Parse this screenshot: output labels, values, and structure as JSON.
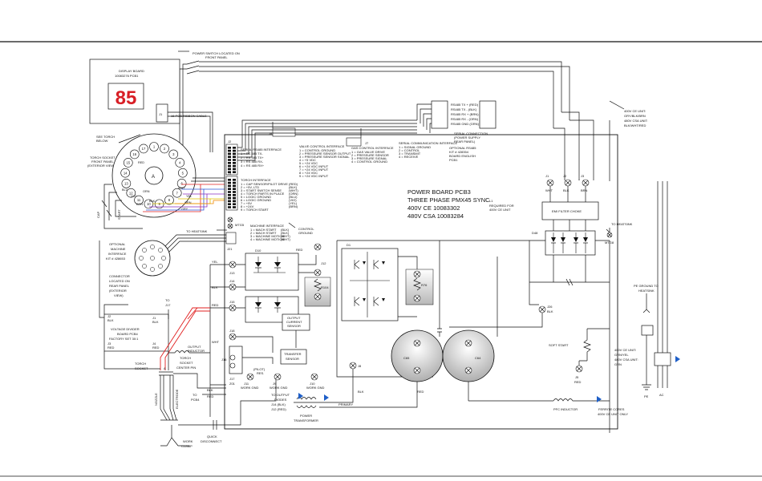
{
  "labels": {
    "power_switch": [
      "POWER SWITCH LOCATED ON",
      "FRONT PANEL"
    ],
    "display_board": [
      "DISPLAY BOARD",
      "10083276 PCB1"
    ],
    "display_digits": "85",
    "j1": "J1",
    "ribbon": "16 POS RIBBON CABLE",
    "see_torch": [
      "SEE TORCH",
      "BELOW"
    ],
    "torch_socket_panel": [
      "TORCH SOCKET",
      "FRONT PANEL",
      "(EXTERIOR VIEW)"
    ],
    "pin_a": "A",
    "j2": "J2",
    "j3": "J3",
    "j4": "J4",
    "j5": "J5",
    "j6": "J6",
    "j7": "J7",
    "j8": "J8",
    "serial_left": [
      "SERIAL RS485 INTERFACE",
      "1 = RS 485 TX-",
      "2 = RS 485 TX+",
      "3 = RS 485 RX-",
      "4 = RS 485 RX+"
    ],
    "valve_left": [
      "VALVE CONTROL INTERFACE",
      "1 = CONTROL GROUND",
      "2 = PRESSURE SENSOR OUTPUT",
      "3 = PRESSURE SENSOR SIGNAL",
      "4 = +5 VDC",
      "5 = +24 VDC",
      "6 = +24 VDC INPUT",
      "7 = +24 VDC INPUT",
      "8 = +24 VDC",
      "9 = +24 VDC INPUT"
    ],
    "gas_ctrl": [
      "GAS CONTROL INTERFACE",
      "1 = GAS VALVE DRIVE",
      "2 = PRESSURE SENSOR",
      "3 = PRESSURE SIGNAL",
      "4 = CONTROL GROUND"
    ],
    "serial_right": [
      "SERIAL COMMUNICATION INTERFACE",
      "1 = SIGNAL GROUND",
      "2 = CONTROL",
      "3 = TRANSMIT",
      "4 = RECEIVE"
    ],
    "rs485": [
      "RS485 TX + (RED)",
      "RS485 TX - (BLK)",
      "RS485 RX + (BRN)",
      "RS485 RX - (ORN)",
      "RS485 GND (GRN)"
    ],
    "serial_connection": [
      "SERIAL CONNECTION",
      "(POWER SUPPLY",
      "REAR PANEL)"
    ],
    "optional_rs485": [
      "OPTIONAL RS485",
      "KIT # 428354",
      "BOARD ENGLISH",
      "PCB1"
    ],
    "ce_unit": [
      "400V CE UNIT:",
      "GRY/BLK/BRN",
      "480V CSA UNIT:",
      "BLK/WHT/RED"
    ],
    "power_board": [
      "POWER BOARD PCB3",
      "THREE PHASE PMX45 SYNC",
      "400V CE 10083302",
      "480V CSA 10083284"
    ],
    "jr1": "J1",
    "jr1c": "WHT",
    "jr2": "J2",
    "jr2c": "BLK",
    "jr3": "J3",
    "jr3c": "BRN",
    "l1": [
      "L1",
      "REQUIRED FOR",
      "400V CE UNIT"
    ],
    "emi": "EMI FILTER CHOKE",
    "d48": "D48",
    "to_heatsink_r": "TO HEATSINK",
    "mtg8": "MTG8",
    "pe_ground": [
      "PE GROUND TO",
      "HEATSINK"
    ],
    "ce_unit2": [
      "400V CE UNIT:",
      "GRN/YEL",
      "480V CSA UNIT:",
      "GRN"
    ],
    "pe": "PE",
    "ac": "AC",
    "torch_interface": [
      "TORCH INTERFACE",
      "1 = CAP SENSOR/PILOT DRIVE",
      "2 = +5V, LTD",
      "3 = START SWITCH SENSE",
      "4 = TORCH PARTS IN PLACE",
      "5 = LOGIC GROUND",
      "6 = LOGIC GROUND",
      "7 = +5V",
      "8 = +24V",
      "9 = TORCH START"
    ],
    "wire_colors_t": [
      "(RED)",
      "(BLK)",
      "(WHT)",
      "(ORN)",
      "(BLU)",
      "(VIO)",
      "(YEL)",
      "(BRN)"
    ],
    "machine_interface": [
      "MACHINE INTERFACE",
      "1 = MACH START",
      "2 = MACH START",
      "3 = MACHINE MOTION",
      "4 = MACHINE MOTION"
    ],
    "wire_colors_m": [
      "(BLK)",
      "(BLK)",
      "(WHT)",
      "(WHT)"
    ],
    "control_ground": [
      "CONTROL",
      "GROUND"
    ],
    "to_heatsink_l": "TO HEATSINK",
    "mtg5": "MTG5",
    "j21": "J21",
    "optional_machine": [
      "OPTIONAL",
      "MACHINE",
      "INTERFACE",
      "KIT # 428653"
    ],
    "connector_rear": [
      "CONNECTOR",
      "LOCATED ON",
      "REAR PANEL",
      "(EXTERIOR",
      "VIEW)"
    ],
    "j13": "J13",
    "j13c": "YEL",
    "j14": "J14",
    "j14c": "BLK",
    "j15": "J15",
    "j15c": "RED",
    "d10": "D10",
    "j12": "J12",
    "r104": "R104",
    "d1": "D1",
    "red_r": "RED",
    "r76": "R76",
    "output_sensor": [
      "OUTPUT",
      "CURRENT",
      "SENSOR"
    ],
    "transfer_sensor": [
      "TRANSFER",
      "SENSOR"
    ],
    "vdb": [
      "VOLTAGE DIVIDER",
      "BOARD PCB4",
      "FACTORY SET 30:1"
    ],
    "vdb_j2": "J2",
    "vdb_blk": "BLK",
    "vdb_j1": "J1",
    "vdb_blk2": "BLK",
    "vdb_j3": "J3",
    "vdb_red": "RED",
    "vdb_j4": "J4",
    "vdb_red2": "RED",
    "to_j17": [
      "TO",
      "J17"
    ],
    "torch_socket": [
      "TORCH",
      "SOCKET"
    ],
    "pin_a2": "A",
    "torch_center": [
      "TORCH",
      "SOCKET",
      "CENTER PIN"
    ],
    "output_inductor": [
      "OUTPUT",
      "INDUCTOR"
    ],
    "j18": "J18",
    "j18c": "WHT",
    "j16": "J16",
    "j17": "J17",
    "z01": "Z01",
    "j11": [
      "J11",
      "WORK GND"
    ],
    "j9": [
      "J9",
      "WORK GND"
    ],
    "j10": [
      "J10",
      "WORK GND"
    ],
    "pilot_res": [
      "(PILOT)",
      "RES."
    ],
    "j8_label": "J8",
    "blk_label": "BLK",
    "red_bottom": "RED",
    "to_pcb4": [
      "TO",
      "PCB4"
    ],
    "blk_pcb4": "BLK",
    "red_pcb4": "RED",
    "to_output_diodes": [
      "TO OUTPUT",
      "DIODES",
      "J14 (BLK)",
      "J12 (RED)"
    ],
    "primary": "PRIMARY",
    "power_transformer": [
      "POWER",
      "TRANSFORMER"
    ],
    "c65": "C65",
    "c64": "C64",
    "j26": "J26",
    "j26c": "BLK",
    "soft_start": "SOFT START",
    "j5c": "RED",
    "pfc": "PFC INDUCTOR",
    "ferrite": [
      "FERRITE CORES",
      "400V CE UNIT ONLY"
    ],
    "nozzle": "NOZZLE",
    "electrode": "ELECTRODE",
    "work_clamp": [
      "WORK",
      "CLAMP"
    ],
    "quick_disconnect": [
      "QUICK",
      "DISCONNECT"
    ],
    "torch_pins": [
      "1",
      "2",
      "3",
      "4",
      "5",
      "6",
      "7",
      "8",
      "9",
      "10",
      "11",
      "12",
      "13",
      "14",
      "15",
      "16",
      "17"
    ],
    "torch_colors": [
      "RED",
      "BLU",
      "VIO",
      "ORN",
      "BLK",
      "WHT",
      "YEL",
      "BRN",
      "GRN",
      "GRY"
    ],
    "cap_sw": "CAP",
    "start_sw": "START"
  },
  "colors": {
    "ink": "#111111",
    "display_red": "#d81f26",
    "wire_red": "#e02020",
    "wire_blue": "#2b55d8",
    "wire_yellow": "#e0c000",
    "wire_violet": "#8a2fc0",
    "wire_orange": "#f08a00",
    "wire_green": "#2a9a3a",
    "ferrite_blue": "#1f5fc8",
    "shade": "#cfcfcf"
  }
}
